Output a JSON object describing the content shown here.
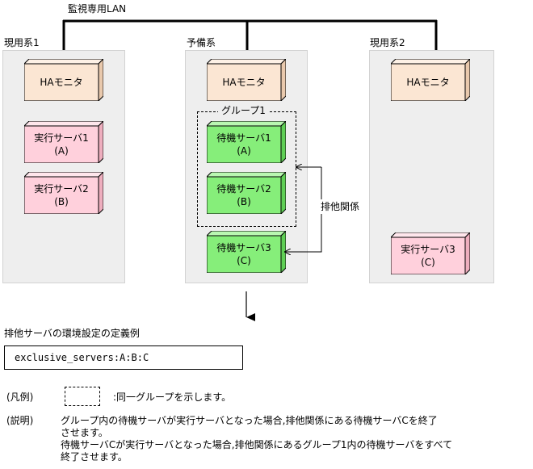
{
  "lan_label": "監視専用LAN",
  "systems": {
    "active1": "現用系1",
    "standby": "予備系",
    "active2": "現用系2"
  },
  "ha_monitor": "HAモニタ",
  "group": {
    "label": "グループ1"
  },
  "servers": {
    "exec1": {
      "name": "実行サーバ1",
      "sub": "(A)"
    },
    "exec2": {
      "name": "実行サーバ2",
      "sub": "(B)"
    },
    "wait1": {
      "name": "待機サーバ1",
      "sub": "(A)"
    },
    "wait2": {
      "name": "待機サーバ2",
      "sub": "(B)"
    },
    "wait3": {
      "name": "待機サーバ3",
      "sub": "(C)"
    },
    "exec3": {
      "name": "実行サーバ3",
      "sub": "(C)"
    }
  },
  "exclusive_label": "排他関係",
  "definition": {
    "title": "排他サーバの環境設定の定義例",
    "code": "exclusive_servers:A:B:C"
  },
  "legend": {
    "label": "(凡例)",
    "text": ":同一グループを示します。"
  },
  "explanation": {
    "label": "(説明)",
    "lines": [
      "グループ内の待機サーバが実行サーバとなった場合,排他関係にある待機サーバCを終了",
      "させます。",
      "待機サーバCが実行サーバとなった場合,排他関係にあるグループ1内の待機サーバをすべて",
      "終了させます。"
    ]
  },
  "colors": {
    "ha_front": "#fbe6d3",
    "ha_top": "#fdf1e6",
    "ha_side": "#e9c9ad",
    "exec_front": "#ffd0dc",
    "exec_top": "#ffe6ec",
    "exec_side": "#eeaebe",
    "wait_front": "#86ee7a",
    "wait_top": "#b9f7b1",
    "wait_side": "#5fcf55",
    "panel": "#eeeeee"
  }
}
